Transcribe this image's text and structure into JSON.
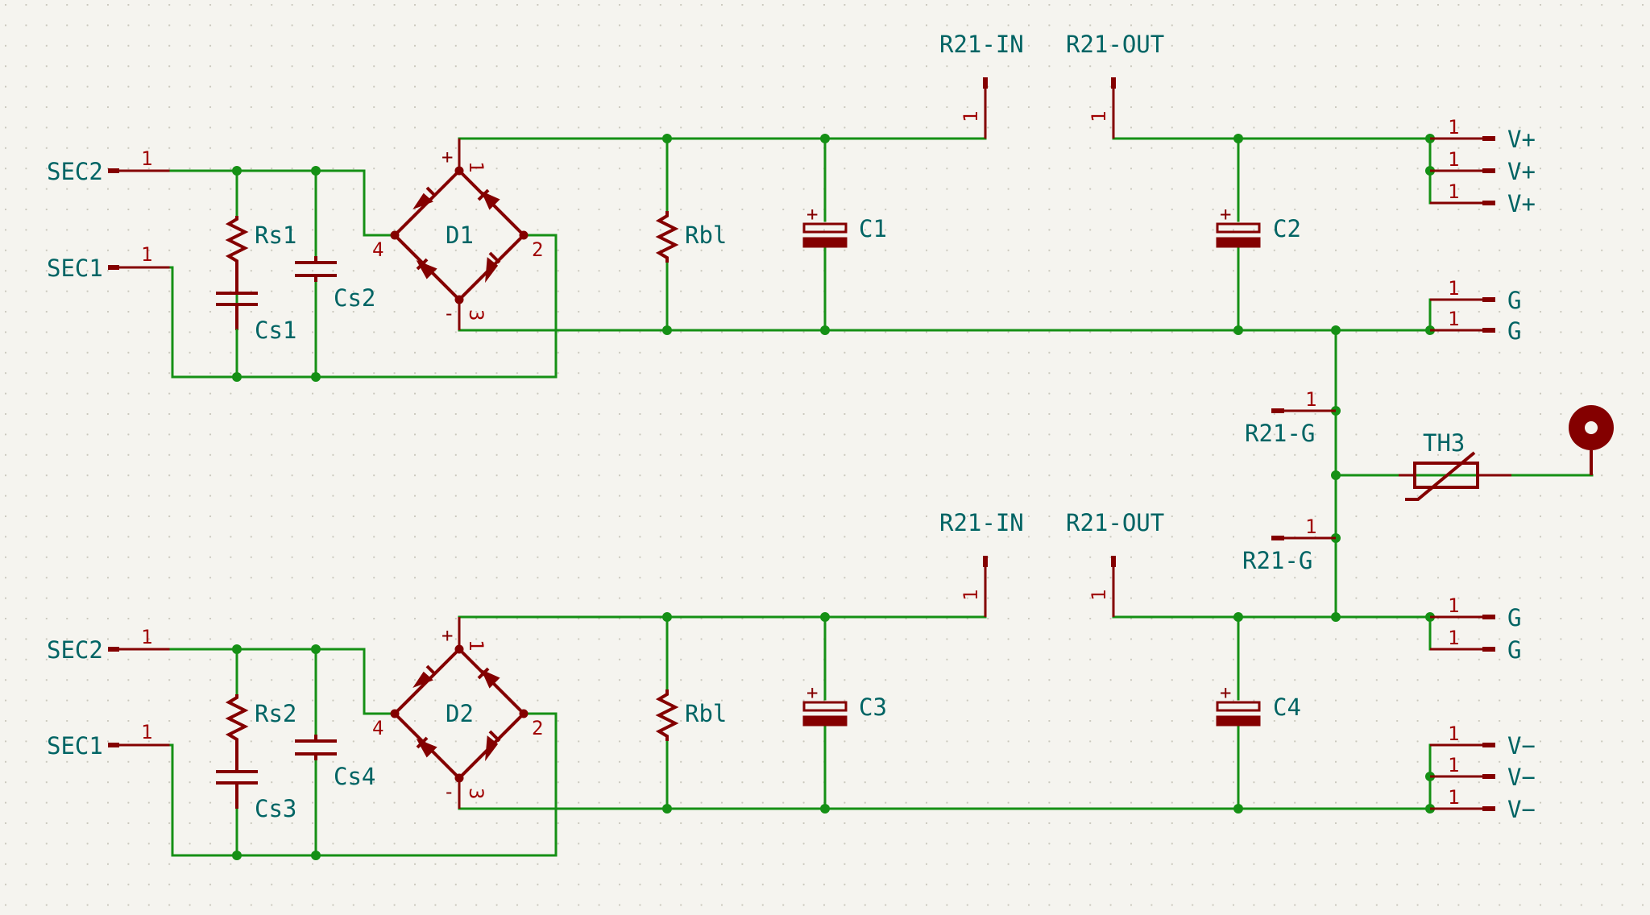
{
  "schematic": {
    "power_flags": [
      {
        "name": "SEC2",
        "pin": "1"
      },
      {
        "name": "SEC1",
        "pin": "1"
      },
      {
        "name": "SEC2",
        "pin": "1"
      },
      {
        "name": "SEC1",
        "pin": "1"
      },
      {
        "name": "R21-IN",
        "pin": "1"
      },
      {
        "name": "R21-OUT",
        "pin": "1"
      },
      {
        "name": "R21-IN",
        "pin": "1"
      },
      {
        "name": "R21-OUT",
        "pin": "1"
      },
      {
        "name": "R21-G",
        "pin": "1"
      },
      {
        "name": "R21-G",
        "pin": "1"
      }
    ],
    "outputs": [
      {
        "name": "V+",
        "pin": "1"
      },
      {
        "name": "V+",
        "pin": "1"
      },
      {
        "name": "V+",
        "pin": "1"
      },
      {
        "name": "G",
        "pin": "1"
      },
      {
        "name": "G",
        "pin": "1"
      },
      {
        "name": "G",
        "pin": "1"
      },
      {
        "name": "G",
        "pin": "1"
      },
      {
        "name": "V−",
        "pin": "1"
      },
      {
        "name": "V−",
        "pin": "1"
      },
      {
        "name": "V−",
        "pin": "1"
      }
    ],
    "components": {
      "rs1": "Rs1",
      "cs1": "Cs1",
      "cs2": "Cs2",
      "d1": "D1",
      "rbl1": "Rbl",
      "c1": "C1",
      "c2": "C2",
      "rs2": "Rs2",
      "cs3": "Cs3",
      "cs4": "Cs4",
      "d2": "D2",
      "rbl2": "Rbl",
      "c3": "C3",
      "c4": "C4",
      "th3": "TH3"
    },
    "bridge_pins": {
      "plus": "+",
      "minus": "-",
      "p1": "1",
      "p2": "2",
      "p3": "3",
      "p4": "4"
    },
    "cap_polarity": "+",
    "colors": {
      "wire": "#159015",
      "symbol": "#840000",
      "label": "#006464",
      "background": "#f5f4ef"
    }
  }
}
